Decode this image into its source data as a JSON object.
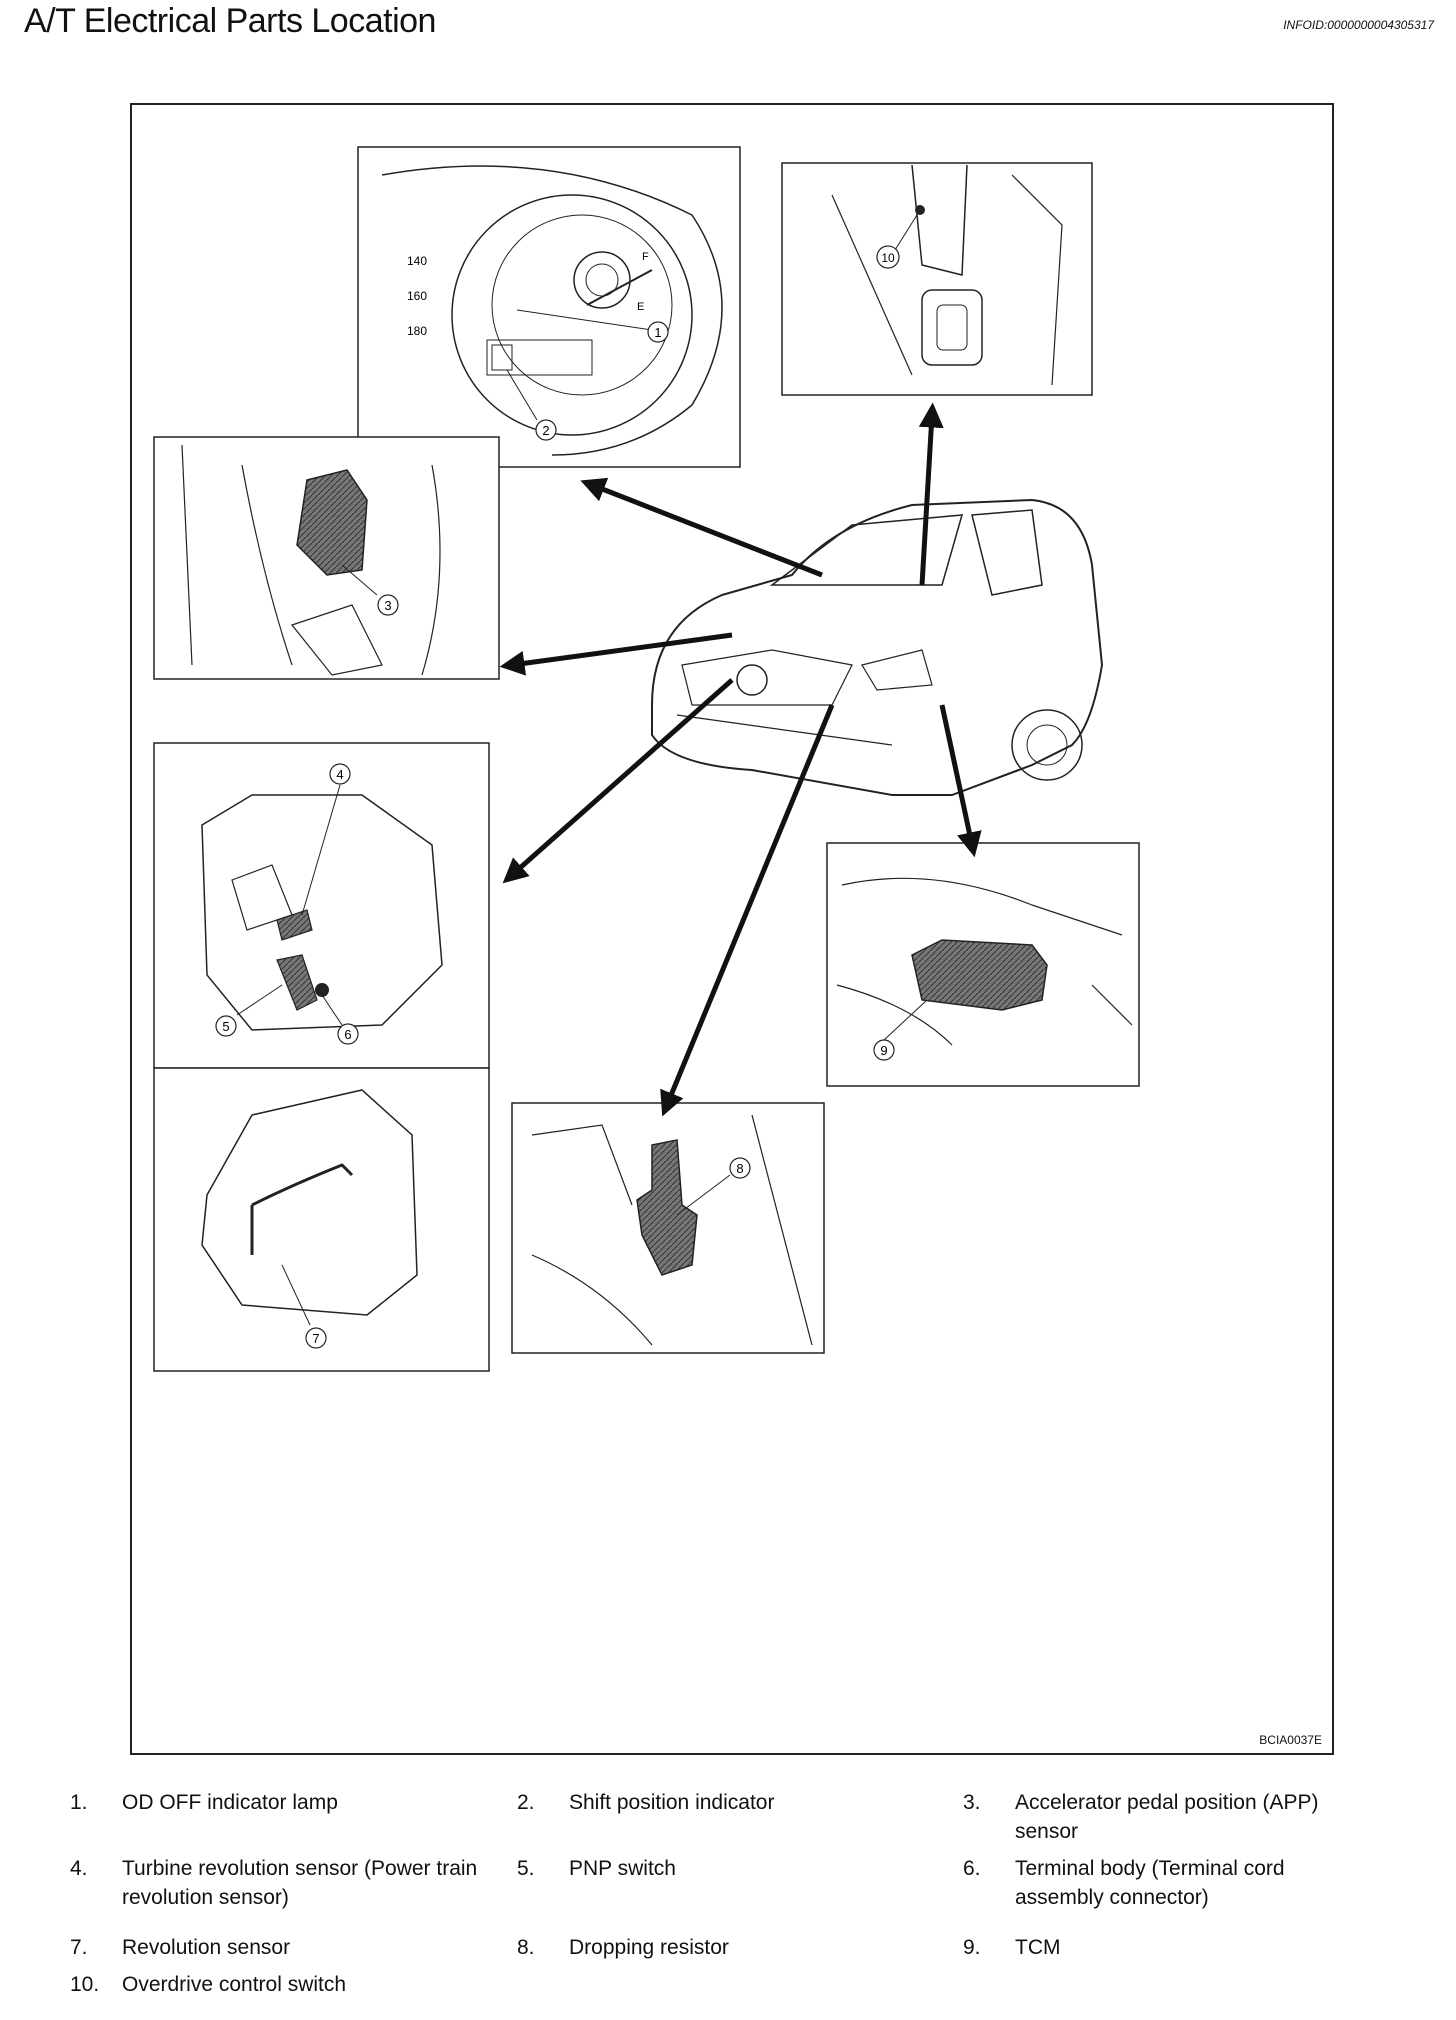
{
  "header": {
    "title": "A/T Electrical Parts Location",
    "info_id": "INFOID:0000000004305317"
  },
  "figure": {
    "code": "BCIA0037E",
    "callouts": [
      "1",
      "2",
      "3",
      "4",
      "5",
      "6",
      "7",
      "8",
      "9",
      "10"
    ],
    "gauge_labels": {
      "s140": "140",
      "s160": "160",
      "s180": "180",
      "fuel_f": "F",
      "fuel_e": "E"
    }
  },
  "legend": [
    {
      "num": "1.",
      "text": "OD OFF indicator lamp"
    },
    {
      "num": "2.",
      "text": "Shift position indicator"
    },
    {
      "num": "3.",
      "text": "Accelerator pedal position (APP) sensor"
    },
    {
      "num": "4.",
      "text": "Turbine revolution sensor (Power train revolution sensor)"
    },
    {
      "num": "5.",
      "text": "PNP switch"
    },
    {
      "num": "6.",
      "text": "Terminal body (Terminal cord assembly connector)"
    },
    {
      "num": "7.",
      "text": "Revolution sensor"
    },
    {
      "num": "8.",
      "text": "Dropping resistor"
    },
    {
      "num": "9.",
      "text": "TCM"
    },
    {
      "num": "10.",
      "text": "Overdrive control switch"
    }
  ]
}
